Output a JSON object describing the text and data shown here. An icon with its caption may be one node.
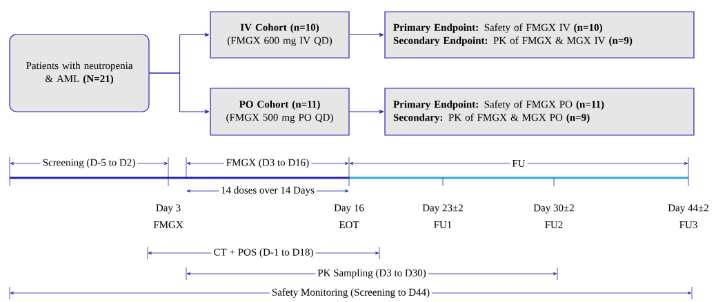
{
  "diagram": {
    "nodes": [
      {
        "text": [
          "Patients with neutropenia & AML **(N=21)**"
        ]
      },
      {
        "text": [
          "IV Cohort (n=10)",
          "(FMGX 600 mg IV QD)"
        ]
      },
      {
        "text": [
          "PO Cohort (n=11)",
          "(FMGX 500 mg PO QD)"
        ]
      },
      {
        "text": [
          "**Primary Endpoint:** Safety of FMGX IV **(n=10)**",
          "**Secondary Endpoint:** PK of FMGX & MGX IV **(n=9)**"
        ]
      },
      {
        "text": [
          "**Primary Endpoint:** Safety of FMGX PO **(n=11)**",
          "**Secondary:** PK of FMGX & MGX PO **(n=9)**"
        ]
      }
    ],
    "edges": [
      {
        "from": 0,
        "to": 1,
        "arrow": "to"
      },
      {
        "from": 0,
        "to": 2,
        "arrow": "to"
      },
      {
        "from": 1,
        "to": 3,
        "arrow": "to"
      },
      {
        "from": 2,
        "to": 4,
        "arrow": "to"
      }
    ],
    "labels": [
      "Screening (D-5 to D2)",
      "FMGX (D3 to D16)",
      "FU",
      "14 doses over 14 Days",
      "Day 3",
      "FMGX",
      "Day 16",
      "EOT",
      "Day 23±2",
      "FU1",
      "Day 30±2",
      "FU2",
      "Day 44±2",
      "FU3",
      "CT + POS (D-1 to D18)",
      "PK Sampling (D3 to D30)",
      "Safety Monitoring (Screening to D44)"
    ]
  }
}
